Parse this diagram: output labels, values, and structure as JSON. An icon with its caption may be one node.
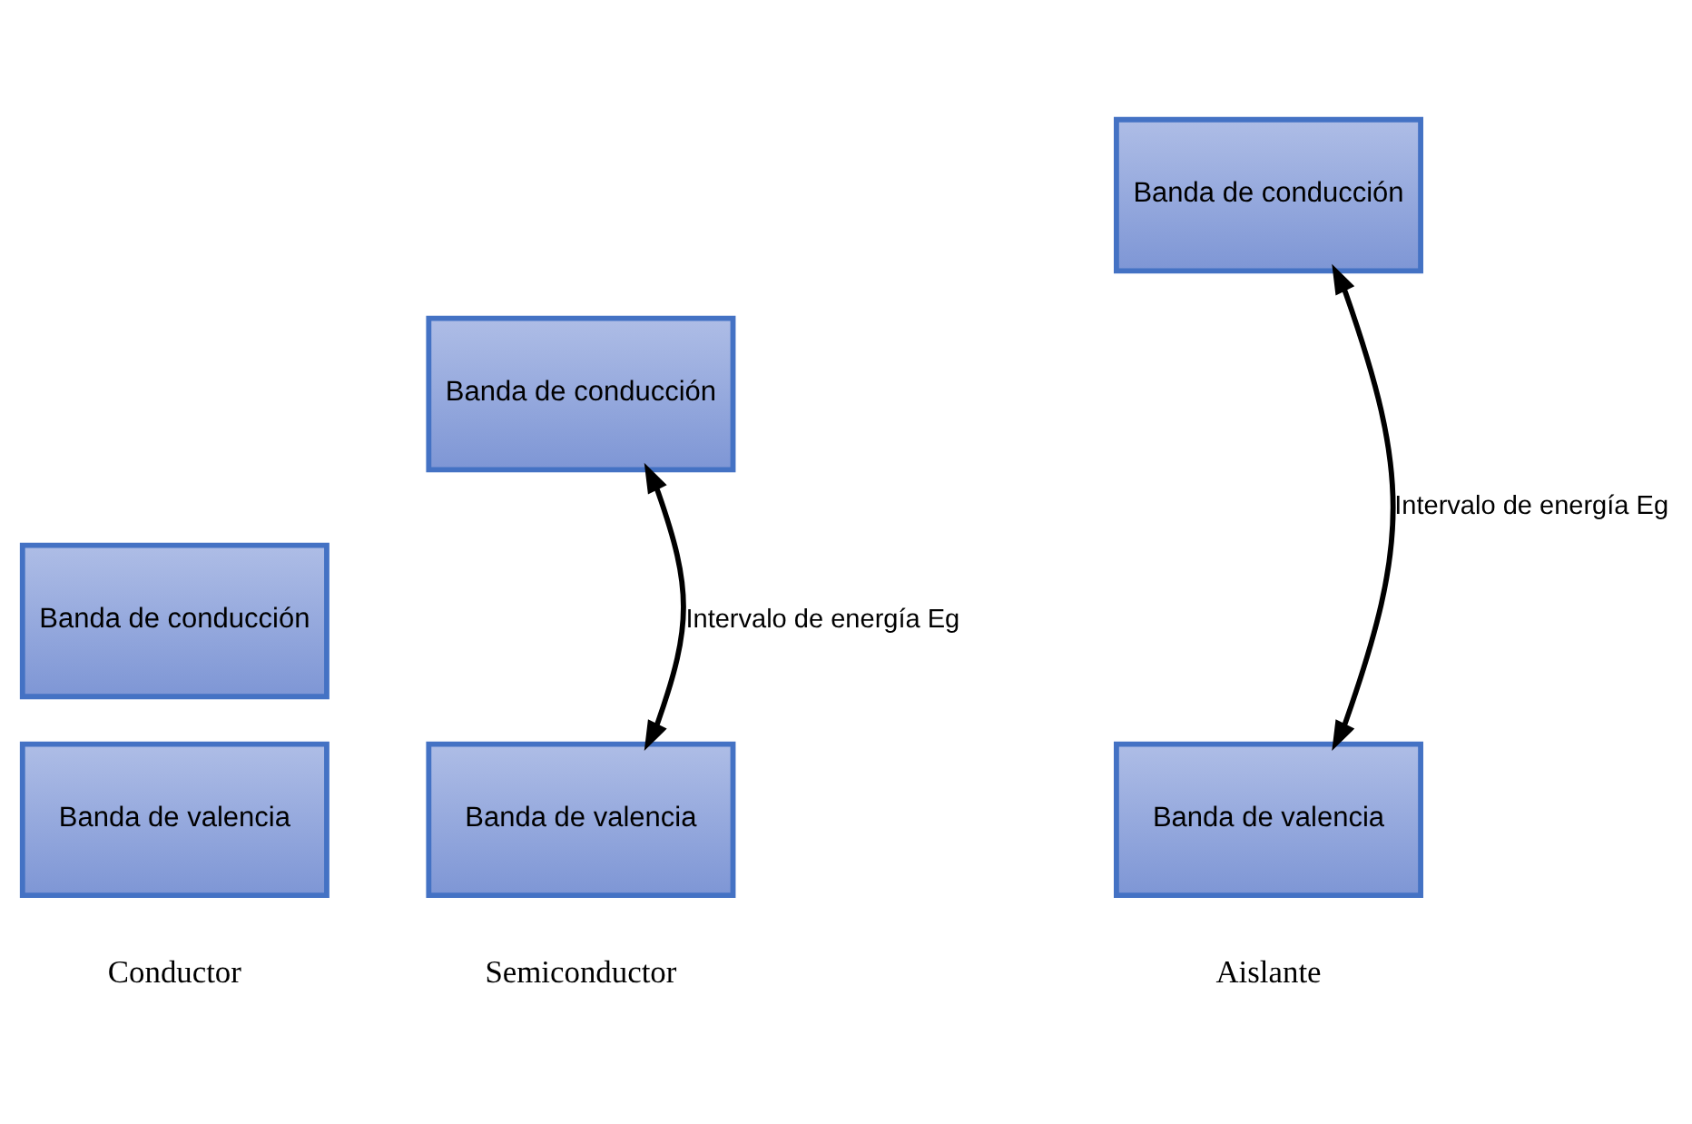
{
  "diagram": {
    "nodes": [
      {
        "text": [
          "Banda de conducción"
        ]
      },
      {
        "text": [
          "Banda de valencia"
        ]
      },
      {
        "text": [
          "Banda de conducción"
        ]
      },
      {
        "text": [
          "Banda de valencia"
        ]
      },
      {
        "text": [
          "Banda de conducción"
        ]
      },
      {
        "text": [
          "Banda de valencia"
        ]
      }
    ],
    "edges": [
      {
        "from": 2,
        "to": 3,
        "arrow": "both",
        "label": "Intervalo de energía Eg"
      },
      {
        "from": 4,
        "to": 5,
        "arrow": "both",
        "label": "Intervalo de energía Eg"
      }
    ],
    "labels": [
      "Conductor",
      "Semiconductor",
      "Aislante"
    ]
  }
}
